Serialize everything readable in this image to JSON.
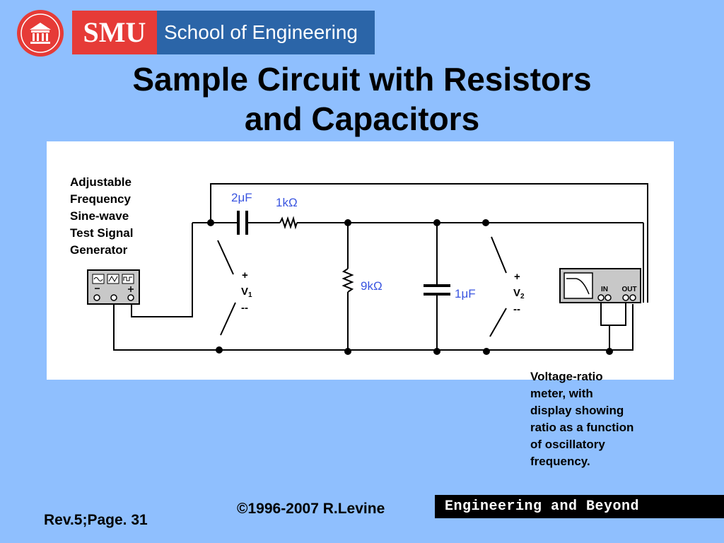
{
  "header": {
    "brand_short": "SMU",
    "brand_school": "School of Engineering",
    "brand_red": "#e63b37",
    "brand_blue": "#2b65a8"
  },
  "slide": {
    "title_line1": "Sample Circuit  with Resistors",
    "title_line2": "and Capacitors",
    "background": "#8fbffe"
  },
  "diagram": {
    "generator_label": "Adjustable\nFrequency\nSine-wave\nTest Signal\nGenerator",
    "cap1_label": "2μF",
    "res1_label": "1kΩ",
    "res2_label": "9kΩ",
    "cap2_label": "1μF",
    "v1_plus": "+",
    "v1_name": "V",
    "v1_sub": "1",
    "v1_minus": "--",
    "v2_plus": "+",
    "v2_name": "V",
    "v2_sub": "2",
    "v2_minus": "--",
    "meter_in": "IN",
    "meter_out": "OUT",
    "component_label_color": "#3a55e0",
    "meter_description": "Voltage-ratio\nmeter, with\ndisplay showing\nratio as a function\nof oscillatory\nfrequency."
  },
  "footer": {
    "copyright": "©1996-2007 R.Levine",
    "page": "Rev.5;Page. 31",
    "tagline": "Engineering and Beyond"
  }
}
